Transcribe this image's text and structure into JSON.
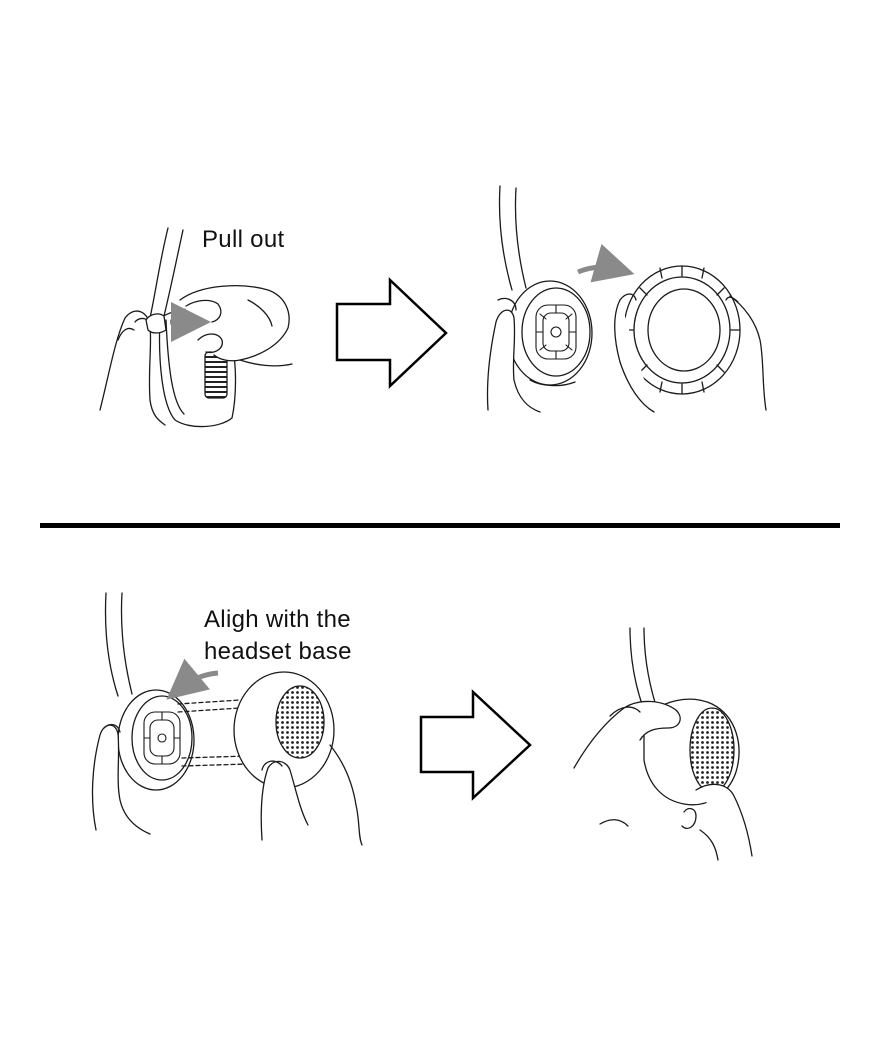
{
  "labels": {
    "pull_out": "Pull out",
    "align_line1": "Aligh with the",
    "align_line2": "headset base"
  },
  "colors": {
    "line": "#1a1a1a",
    "motion_arrow": "#8a8a8a",
    "divider": "#000000"
  },
  "icons": [
    "step-arrow-icon",
    "motion-arrow-icon"
  ]
}
